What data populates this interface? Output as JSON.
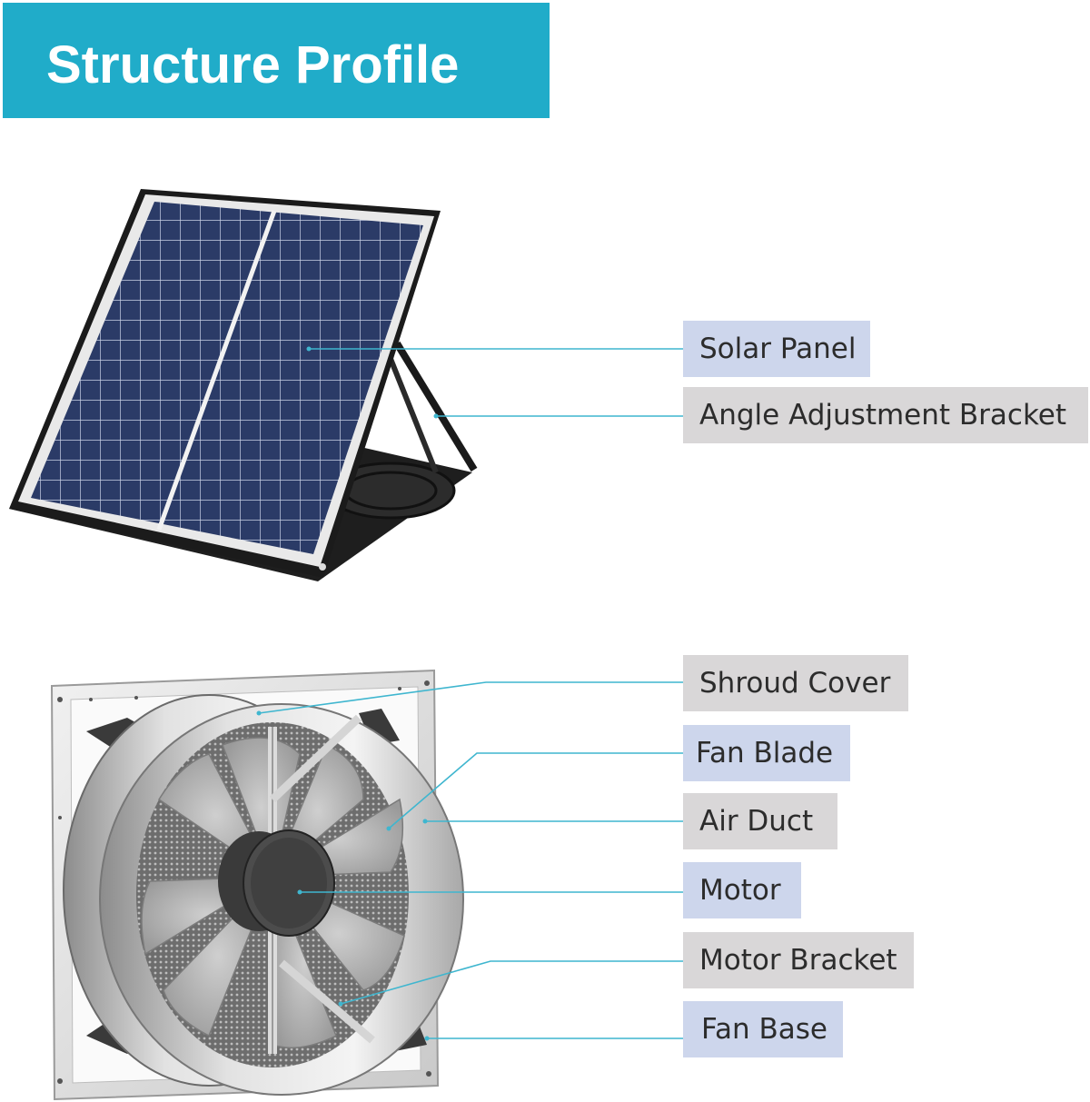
{
  "title": "Structure Profile",
  "colors": {
    "banner": "#20acc9",
    "label_blue": "#cdd6ec",
    "label_gray": "#d9d7d8",
    "leader_line": "#3fb6cf"
  },
  "labels": {
    "solar_panel": "Solar Panel",
    "angle_bracket": "Angle Adjustment Bracket",
    "shroud_cover": "Shroud Cover",
    "fan_blade": "Fan Blade",
    "air_duct": "Air Duct",
    "motor": "Motor",
    "motor_bracket": "Motor Bracket",
    "fan_base": "Fan Base"
  }
}
